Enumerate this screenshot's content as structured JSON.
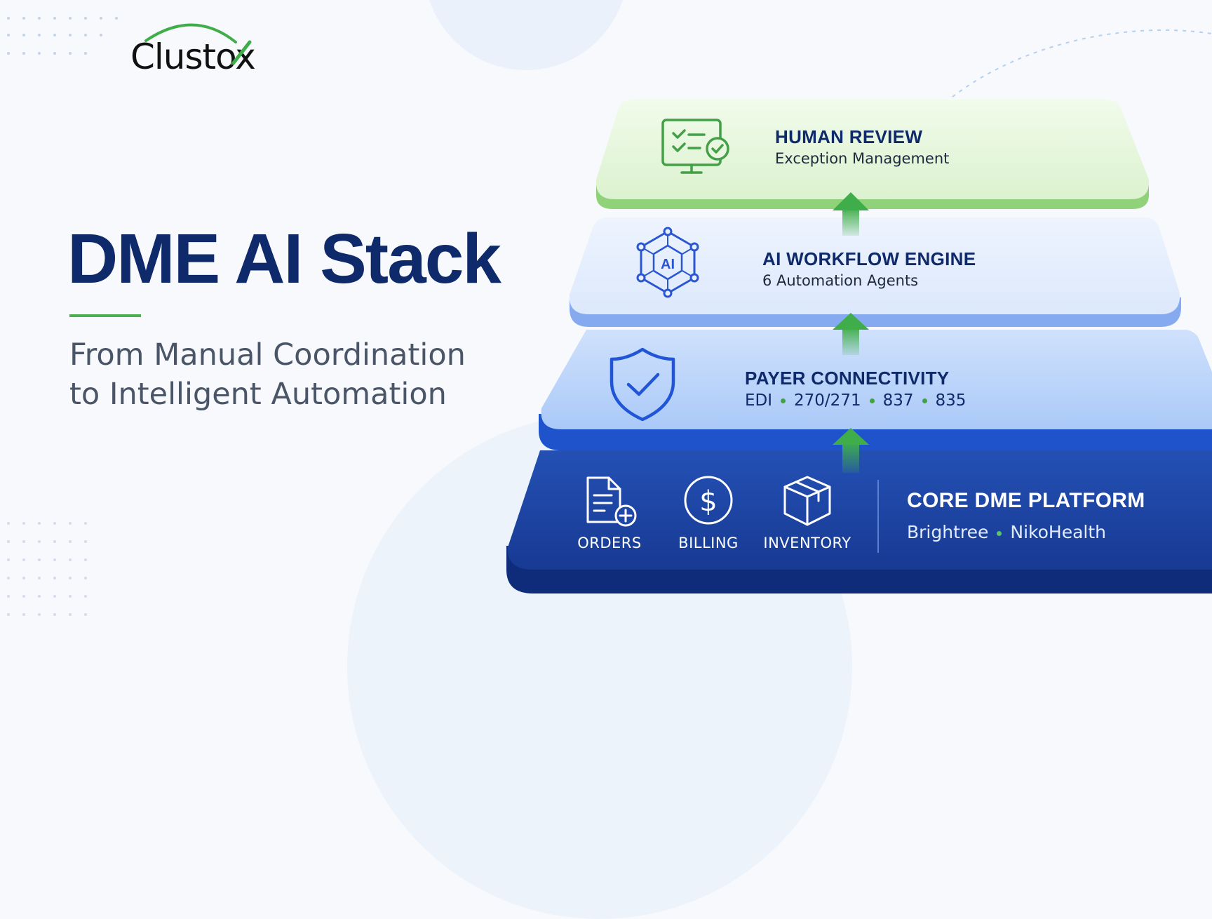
{
  "brand": {
    "logo_text": "Clustox"
  },
  "hero": {
    "title": "DME AI Stack",
    "subtitle_line1": "From Manual Coordination",
    "subtitle_line2": "to Intelligent Automation"
  },
  "colors": {
    "navy": "#0f2a6b",
    "green": "#4caf50",
    "layer_human": "#e6f6dc",
    "layer_ai": "#e4eefd",
    "layer_payer": "#bcd6fb",
    "layer_core": "#1a3d9b"
  },
  "layers": {
    "human_review": {
      "title": "HUMAN REVIEW",
      "subtitle": "Exception Management",
      "icon": "monitor-checklist-icon"
    },
    "ai_workflow": {
      "title": "AI WORKFLOW ENGINE",
      "subtitle": "6 Automation Agents",
      "icon": "ai-network-icon"
    },
    "payer": {
      "title": "PAYER CONNECTIVITY",
      "tags": [
        "EDI",
        "270/271",
        "837",
        "835"
      ],
      "icon": "shield-check-icon"
    },
    "core": {
      "title": "CORE DME PLATFORM",
      "partners": [
        "Brightree",
        "NikoHealth"
      ],
      "modules": [
        {
          "label": "ORDERS",
          "icon": "document-plus-icon"
        },
        {
          "label": "BILLING",
          "icon": "dollar-circle-icon"
        },
        {
          "label": "INVENTORY",
          "icon": "box-icon"
        }
      ]
    }
  }
}
